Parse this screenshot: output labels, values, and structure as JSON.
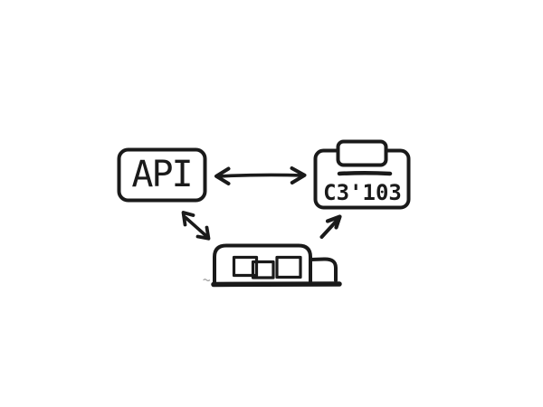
{
  "diagram": {
    "background_color": "#ffffff",
    "ink_color": "#1a1a1a",
    "nodes": {
      "api": {
        "label": "API"
      },
      "device": {
        "label": "C3'103"
      },
      "client": {
        "icon": "computer-unit-icon"
      }
    },
    "edges": [
      {
        "from": "api",
        "to": "device",
        "direction": "bidirectional"
      },
      {
        "from": "api",
        "to": "client",
        "direction": "bidirectional"
      },
      {
        "from": "client",
        "to": "device",
        "direction": "one-way"
      }
    ]
  }
}
